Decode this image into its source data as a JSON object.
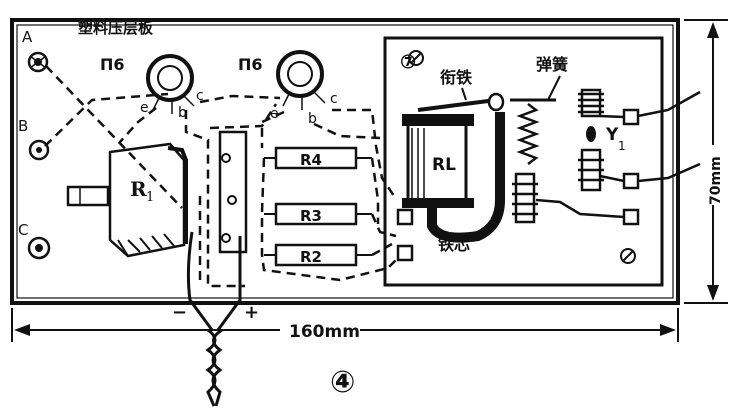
{
  "board": {
    "title": "塑料压层板",
    "width_label": "160mm",
    "height_label": "70mm",
    "figure_number": "④"
  },
  "terminals": {
    "a": "A",
    "b": "B",
    "c": "C"
  },
  "transistors": [
    {
      "type": "П6",
      "e": "e",
      "b": "b",
      "c": "c"
    },
    {
      "type": "П6",
      "e": "e",
      "b": "b",
      "c": "c"
    }
  ],
  "potentiometer": {
    "label": "R",
    "sub": "1"
  },
  "resistors": [
    {
      "label": "R4"
    },
    {
      "label": "R3"
    },
    {
      "label": "R2"
    }
  ],
  "relay": {
    "marker": "⑦",
    "coil_label": "RL",
    "armature": "衔铁",
    "spring": "弹簧",
    "core": "铁芯",
    "contact_label": "Y",
    "contact_sub": "1"
  },
  "wires": {
    "minus": "−",
    "plus": "+"
  },
  "colors": {
    "ink": "#111111",
    "paper": "#ffffff"
  }
}
